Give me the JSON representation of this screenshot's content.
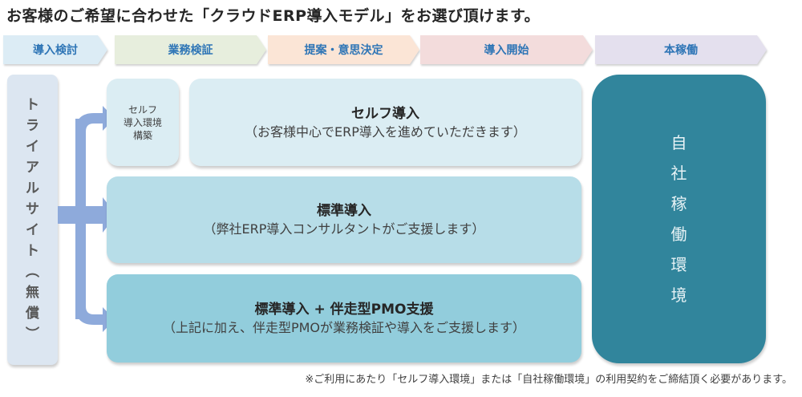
{
  "title": "お客様のご希望に合わせた「クラウドERP導入モデル」をお選び頂けます。",
  "phases": [
    {
      "label": "導入検討",
      "color": "#dcecf5"
    },
    {
      "label": "業務検証",
      "color": "#e7eedd"
    },
    {
      "label": "提案・意思決定",
      "color": "#fbe5d6"
    },
    {
      "label": "導入開始",
      "color": "#f3dcdc"
    },
    {
      "label": "本稼働",
      "color": "#e4e0ee"
    }
  ],
  "trial_site": {
    "chars": [
      "ト",
      "ラ",
      "イ",
      "ア",
      "ル",
      "サ",
      "イ",
      "ト",
      "︵",
      "無",
      "償",
      "︶"
    ],
    "label": "トライアルサイト（無償）"
  },
  "self_env": {
    "lines": [
      "セルフ",
      "導入環境",
      "構築"
    ]
  },
  "models": [
    {
      "title": "セルフ導入",
      "desc": "（お客様中心でERP導入を進めていただきます）"
    },
    {
      "title": "標準導入",
      "desc": "（弊社ERP導入コンサルタントがご支援します）"
    },
    {
      "title": "標準導入 + 伴走型PMO支援",
      "desc": "（上記に加え、伴走型PMOが業務検証や導入をご支援します）"
    }
  ],
  "production_env": {
    "chars": [
      "自",
      "社",
      "稼",
      "働",
      "環",
      "境"
    ],
    "label": "自社稼働環境"
  },
  "footnote": "※ご利用にあたり「セルフ導入環境」または「自社稼働環境」の利用契約をご締結頂く必要があります。",
  "colors": {
    "phase_text": "#2e75b6",
    "arrow": "#8eaadb",
    "production_bg": "#31859c"
  }
}
